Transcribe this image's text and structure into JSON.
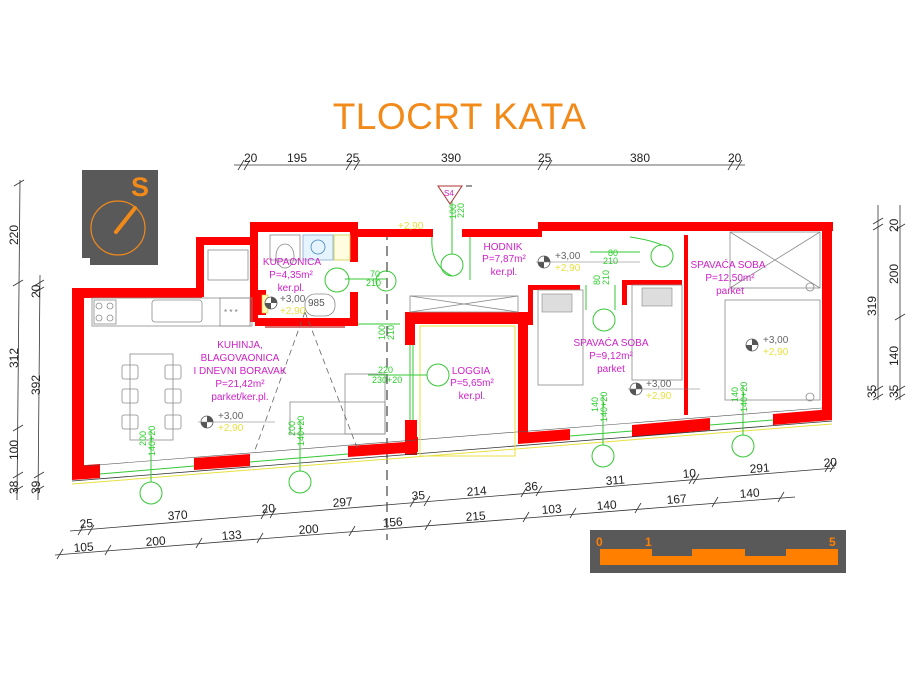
{
  "title": "TLOCRT KATA",
  "compass": {
    "label": "S",
    "icon": "north-arrow-icon",
    "bg": "#595959",
    "accent": "#f28a1a"
  },
  "colors": {
    "wall": "#ff0000",
    "room_text": "#d020c8",
    "door": "#35c835",
    "title": "#f28a1a",
    "elev_finished": "#e8e040"
  },
  "dims_top": [
    "20",
    "195",
    "25",
    "390",
    "25",
    "380",
    "20"
  ],
  "dims_left_outer": [
    "220",
    "312",
    "100",
    "38"
  ],
  "dims_left_inner": [
    "20",
    "392",
    "39"
  ],
  "dims_right_outer": [
    "319",
    "35"
  ],
  "dims_right_inner": [
    "20",
    "200",
    "140",
    "35"
  ],
  "dims_bottom_row1": [
    "25",
    "370",
    "20",
    "297",
    "35",
    "214",
    "36",
    "311",
    "10",
    "291",
    "20"
  ],
  "dims_bottom_row2": [
    "105",
    "200",
    "133",
    "200",
    "156",
    "215",
    "103",
    "140",
    "167",
    "140"
  ],
  "rooms": [
    {
      "name": "KUPAONICA",
      "area": "P=4,35m²",
      "floor": "ker.pl."
    },
    {
      "name": "HODNIK",
      "area": "P=7,87m²",
      "floor": "ker.pl."
    },
    {
      "name": "SPAVAĆA SOBA",
      "area": "P=12,50m²",
      "floor": "parket"
    },
    {
      "name_lines": [
        "KUHINJA,",
        "BLAGOVAONICA",
        "I DNEVNI BORAVAK"
      ],
      "area": "P=21,42m²",
      "floor": "parket/ker.pl."
    },
    {
      "name": "LOGGIA",
      "area": "P=5,65m²",
      "floor": "ker.pl."
    },
    {
      "name": "SPAVAĆA SOBA",
      "area": "P=9,12m²",
      "floor": "parket"
    }
  ],
  "elevations": {
    "structural": "+3,00",
    "finished": "+2,90"
  },
  "doors": {
    "entry": [
      "100",
      "220"
    ],
    "bath": [
      "70",
      "210"
    ],
    "kitchen": [
      "100",
      "210"
    ],
    "loggia": [
      "220",
      "230+20"
    ],
    "bed_hall": [
      "80",
      "210"
    ],
    "bed_small": [
      "80",
      "210"
    ],
    "win_kitchen": [
      "200",
      "140+20"
    ],
    "win_living": [
      "200",
      "140+20"
    ],
    "win_bed_small": [
      "140",
      "140+20"
    ],
    "win_bed_large": [
      "140",
      "140+20"
    ]
  },
  "section_mark": "S4",
  "shower_label": "985",
  "scale_bar": {
    "labels": [
      "0",
      "1",
      "5"
    ],
    "bg": "#595959",
    "bar": "#ff8000"
  }
}
